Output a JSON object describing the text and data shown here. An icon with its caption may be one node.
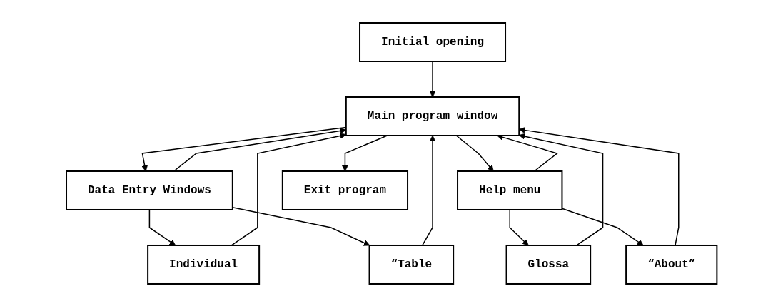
{
  "diagram": {
    "nodes": [
      {
        "text": [
          "Initial opening"
        ]
      },
      {
        "text": [
          "Main program window"
        ]
      },
      {
        "text": [
          "Help menu"
        ]
      },
      {
        "text": [
          "Data Entry Windows"
        ]
      },
      {
        "text": [
          "Glossa"
        ]
      },
      {
        "text": [
          "“About”"
        ]
      },
      {
        "text": [
          "Individual"
        ]
      },
      {
        "text": [
          "“Table"
        ]
      },
      {
        "text": [
          "Exit program"
        ]
      }
    ],
    "edges": [
      {
        "from": 0,
        "to": 1,
        "arrow": "to"
      },
      {
        "from": 1,
        "to": 3,
        "arrow": "to"
      },
      {
        "from": 3,
        "to": 1,
        "arrow": "to"
      },
      {
        "from": 3,
        "to": 6,
        "arrow": "to"
      },
      {
        "from": 3,
        "to": 7,
        "arrow": "to"
      },
      {
        "from": 6,
        "to": 1,
        "arrow": "to"
      },
      {
        "from": 7,
        "to": 1,
        "arrow": "to"
      },
      {
        "from": 1,
        "to": 8,
        "arrow": "to"
      },
      {
        "from": 5,
        "to": 1,
        "arrow": "to"
      },
      {
        "from": 4,
        "to": 1,
        "arrow": "to"
      },
      {
        "from": 2,
        "to": 1,
        "arrow": "to"
      },
      {
        "from": 1,
        "to": 2,
        "arrow": "to"
      },
      {
        "from": 2,
        "to": 4,
        "arrow": "to"
      },
      {
        "from": 2,
        "to": 5,
        "arrow": "to"
      }
    ]
  }
}
